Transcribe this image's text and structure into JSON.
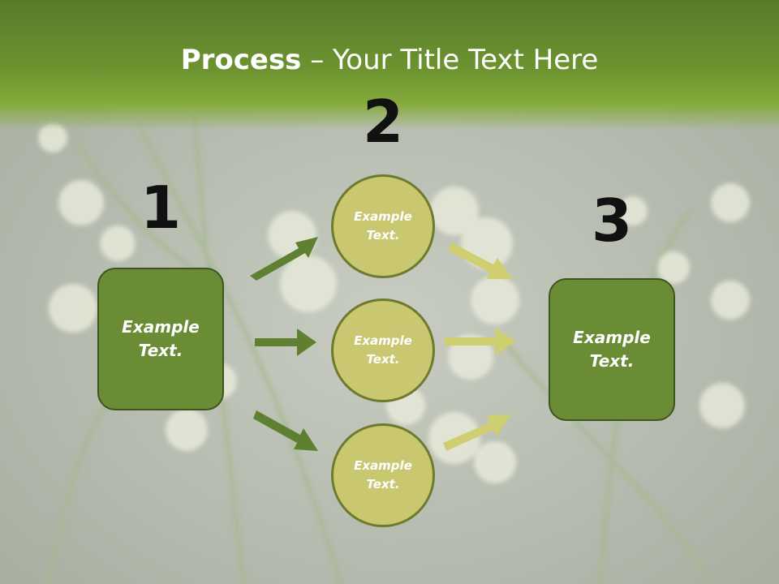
{
  "title": {
    "bold": "Process",
    "rest": " – Your Title Text Here"
  },
  "steps": {
    "one": "1",
    "two": "2",
    "three": "3"
  },
  "left_box": {
    "text": "Example Text."
  },
  "right_box": {
    "text": "Example Text."
  },
  "circles": [
    {
      "text": "Example Text."
    },
    {
      "text": "Example Text."
    },
    {
      "text": "Example Text."
    }
  ],
  "colors": {
    "header_green": "#6d9430",
    "box_green": "#6a8c35",
    "circle_fill": "#c9c870",
    "dark_arrow": "#5f8030",
    "light_arrow": "#cfcf72"
  }
}
